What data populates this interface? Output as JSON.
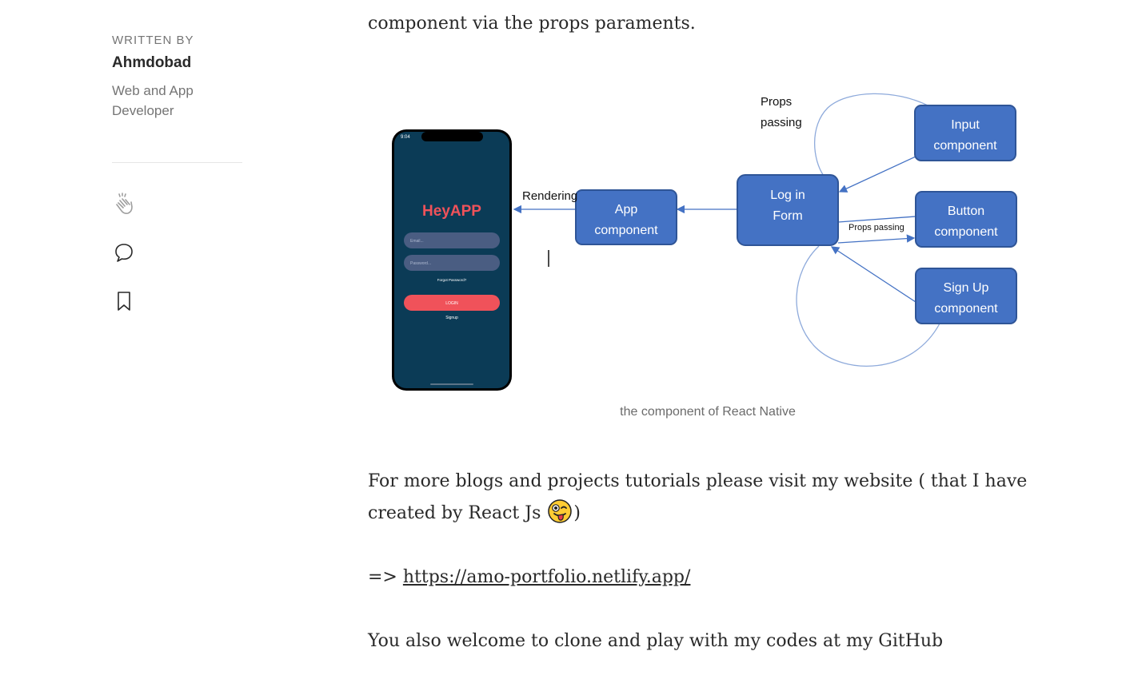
{
  "sidebar": {
    "written_by": "WRITTEN BY",
    "author_name": "Ahmdobad",
    "author_bio": "Web and App Developer",
    "actions": [
      {
        "name": "clap",
        "icon": "clap-icon"
      },
      {
        "name": "comment",
        "icon": "comment-icon"
      },
      {
        "name": "bookmark",
        "icon": "bookmark-icon"
      }
    ]
  },
  "article": {
    "intro_line": "component via the props paraments.",
    "figure": {
      "caption": "the component of React Native",
      "phone": {
        "app_title": "HeyAPP",
        "email_placeholder": "Email...",
        "password_placeholder": "Password...",
        "forgot_password": "Forgot Password?",
        "login_button": "LOGIN",
        "signup": "Signup"
      },
      "boxes": {
        "app_line1": "App",
        "app_line2": "component",
        "login_line1": "Log in",
        "login_line2": "Form",
        "input_line1": "Input",
        "input_line2": "component",
        "button_line1": "Button",
        "button_line2": "component",
        "signup_line1": "Sign Up",
        "signup_line2": "component"
      },
      "labels": {
        "rendering": "Rendering",
        "props_line1": "Props",
        "props_line2": "passing",
        "props_passing_small": "Props passing"
      },
      "colors": {
        "box_fill": "#4472c4",
        "phone_background": "#0b3b56",
        "brand_red": "#f0525a"
      }
    },
    "paragraph_1": "For more blogs and projects tutorials please visit my website ( that I have created by React Js",
    "paragraph_1_close": ")",
    "emoji": "winking-face-with-tongue",
    "link_prefix": "=> ",
    "link_text": "https://amo-portfolio.netlify.app/",
    "paragraph_3": "You also welcome to clone and play with my codes at my GitHub"
  }
}
